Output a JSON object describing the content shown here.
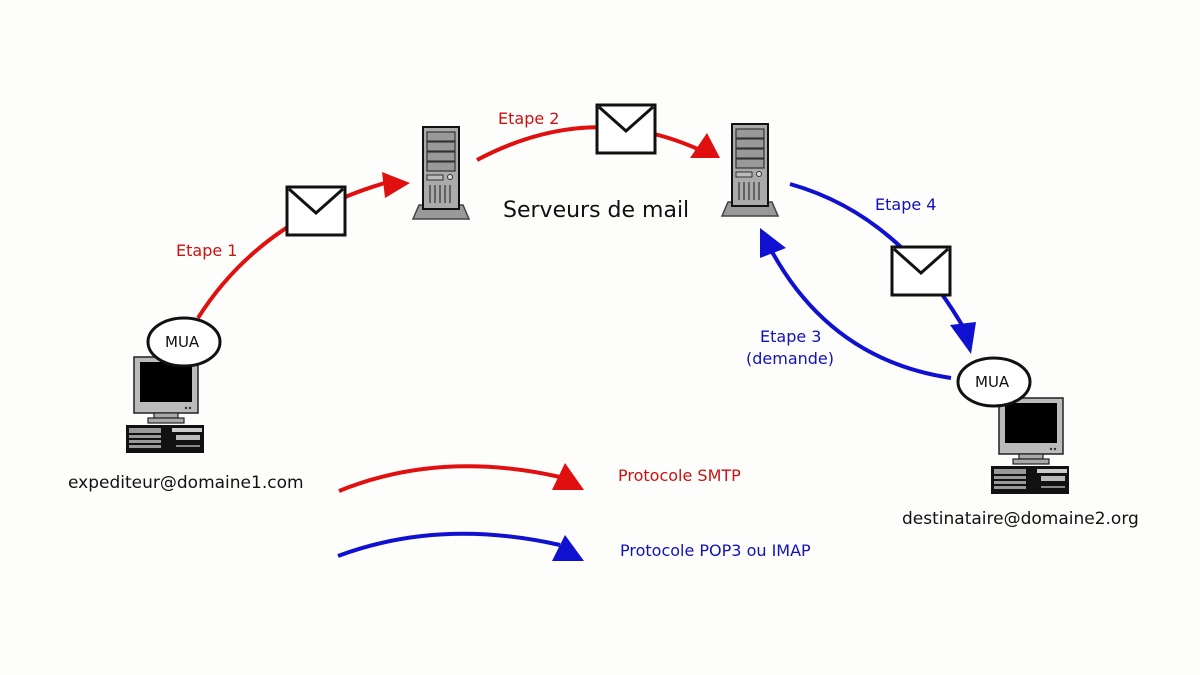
{
  "colors": {
    "smtp": "#e01010",
    "pop_imap": "#1010d0",
    "smtp_text": "#cc1111",
    "pop_imap_text": "#1111bb",
    "background": "#fdfdfc"
  },
  "servers": {
    "caption": "Serveurs de mail"
  },
  "steps": {
    "step1": "Etape 1",
    "step2": "Etape 2",
    "step3_line1": "Etape 3",
    "step3_line2": "(demande)",
    "step4": "Etape 4"
  },
  "clients": {
    "sender": {
      "mua_label": "MUA",
      "address": "expediteur@domaine1.com"
    },
    "recipient": {
      "mua_label": "MUA",
      "address": "destinataire@domaine2.org"
    }
  },
  "legend": [
    {
      "protocol": "Protocole SMTP",
      "color_key": "smtp"
    },
    {
      "protocol": "Protocole POP3 ou IMAP",
      "color_key": "pop_imap"
    }
  ]
}
